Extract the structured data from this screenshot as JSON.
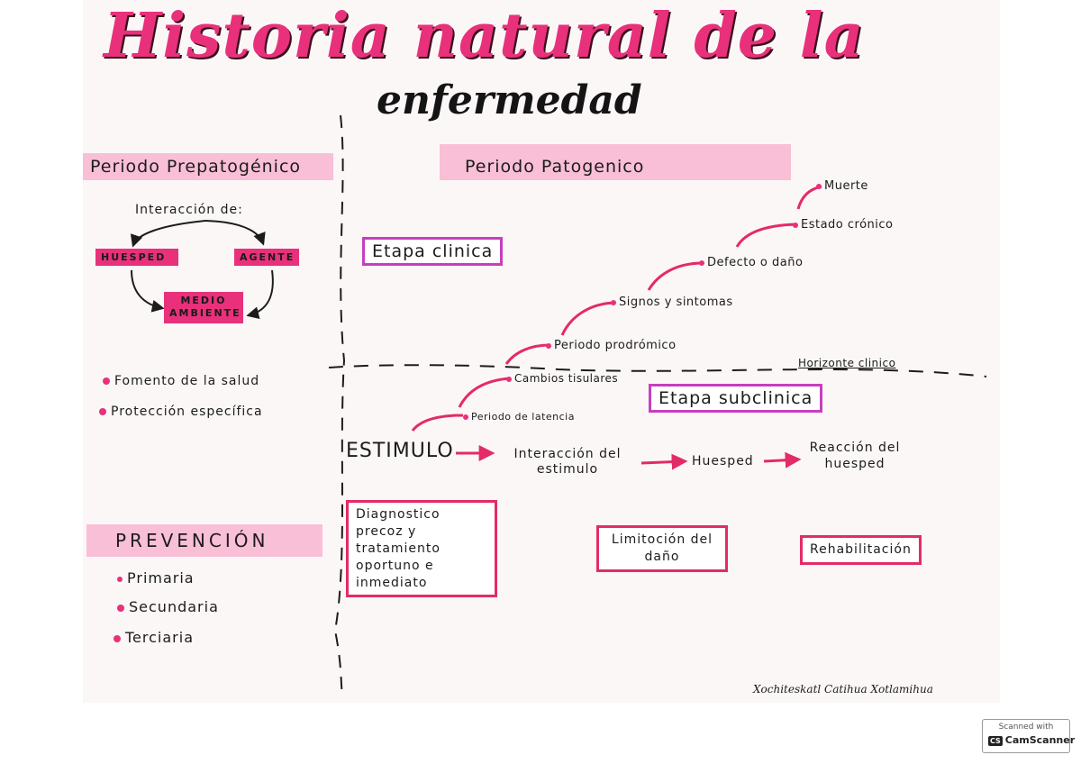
{
  "title": {
    "line1": "Historia natural de la",
    "line2": "enfermedad"
  },
  "prepatogenico": {
    "header": "Periodo Prepatogénico",
    "interaccion": "Interacción de:",
    "huesped": "HUESPED",
    "agente": "AGENTE",
    "medio": "MEDIO AMBIENTE",
    "bullets": [
      "Fomento de la salud",
      "Protección específica"
    ]
  },
  "patogenico": {
    "header": "Periodo Patogenico",
    "etapa_clinica": "Etapa clinica",
    "etapa_subclinica": "Etapa subclinica",
    "horizonte": "Horizonte clinico",
    "steps": [
      "Periodo de latencia",
      "Cambios tisulares",
      "Periodo prodrómico",
      "Signos y sintomas",
      "Defecto o daño",
      "Estado crónico",
      "Muerte"
    ],
    "estimulo": "ESTIMULO",
    "interaccion_estimulo": "Interacción del estimulo",
    "huesped": "Huesped",
    "reaccion": "Reacción del huesped"
  },
  "prevencion": {
    "header": "PREVENCIÓN",
    "items": [
      "Primaria",
      "Secundaria",
      "Terciaria"
    ]
  },
  "boxes": {
    "diagnostico": "Diagnostico precoz y tratamiento oportuno e inmediato",
    "limitacion": "Limitoción del daño",
    "rehabilitacion": "Rehabilitación"
  },
  "author": "Xochiteskatl Catihua Xotlamihua",
  "scanner": {
    "line1": "Scanned with",
    "line2": "CamScanner",
    "logo": "CS"
  },
  "colors": {
    "pink": "#e8317a",
    "magenta": "#c63fbf",
    "red": "#e32b67",
    "highlight": "#f9bfd6"
  }
}
